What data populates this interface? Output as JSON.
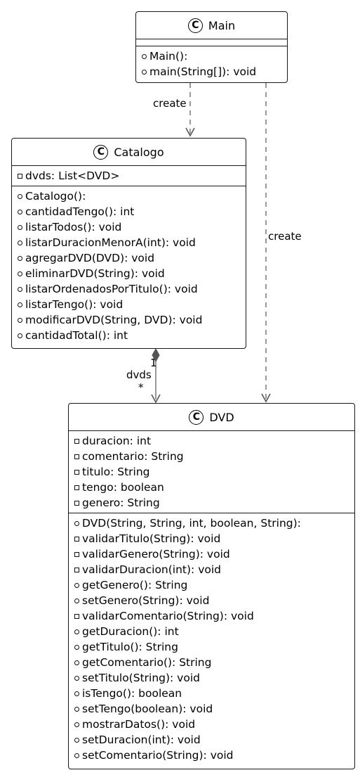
{
  "classes": {
    "main": {
      "name": "Main",
      "stereotype_badge": "C",
      "attributes": [],
      "methods": [
        {
          "vis": "public",
          "text": "Main():"
        },
        {
          "vis": "public",
          "text": "main(String[]): void"
        }
      ]
    },
    "catalogo": {
      "name": "Catalogo",
      "stereotype_badge": "C",
      "attributes": [
        {
          "vis": "private",
          "text": "dvds: List<DVD>"
        }
      ],
      "methods": [
        {
          "vis": "public",
          "text": "Catalogo():"
        },
        {
          "vis": "public",
          "text": "cantidadTengo(): int"
        },
        {
          "vis": "public",
          "text": "listarTodos(): void"
        },
        {
          "vis": "public",
          "text": "listarDuracionMenorA(int): void"
        },
        {
          "vis": "public",
          "text": "agregarDVD(DVD): void"
        },
        {
          "vis": "public",
          "text": "eliminarDVD(String): void"
        },
        {
          "vis": "public",
          "text": "listarOrdenadosPorTitulo(): void"
        },
        {
          "vis": "public",
          "text": "listarTengo(): void"
        },
        {
          "vis": "public",
          "text": "modificarDVD(String, DVD): void"
        },
        {
          "vis": "public",
          "text": "cantidadTotal(): int"
        }
      ]
    },
    "dvd": {
      "name": "DVD",
      "stereotype_badge": "C",
      "attributes": [
        {
          "vis": "private",
          "text": "duracion: int"
        },
        {
          "vis": "private",
          "text": "comentario: String"
        },
        {
          "vis": "private",
          "text": "titulo: String"
        },
        {
          "vis": "private",
          "text": "tengo: boolean"
        },
        {
          "vis": "private",
          "text": "genero: String"
        }
      ],
      "methods": [
        {
          "vis": "public",
          "text": "DVD(String, String, int, boolean, String):"
        },
        {
          "vis": "private",
          "text": "validarTitulo(String): void"
        },
        {
          "vis": "private",
          "text": "validarGenero(String): void"
        },
        {
          "vis": "private",
          "text": "validarDuracion(int): void"
        },
        {
          "vis": "public",
          "text": "getGenero(): String"
        },
        {
          "vis": "public",
          "text": "setGenero(String): void"
        },
        {
          "vis": "private",
          "text": "validarComentario(String): void"
        },
        {
          "vis": "public",
          "text": "getDuracion(): int"
        },
        {
          "vis": "public",
          "text": "getTitulo(): String"
        },
        {
          "vis": "public",
          "text": "getComentario(): String"
        },
        {
          "vis": "public",
          "text": "setTitulo(String): void"
        },
        {
          "vis": "public",
          "text": "isTengo(): boolean"
        },
        {
          "vis": "public",
          "text": "setTengo(boolean): void"
        },
        {
          "vis": "public",
          "text": "mostrarDatos(): void"
        },
        {
          "vis": "public",
          "text": "setDuracion(int): void"
        },
        {
          "vis": "public",
          "text": "setComentario(String): void"
        }
      ]
    }
  },
  "relations": {
    "main_to_catalogo": {
      "type": "dependency",
      "label": "create"
    },
    "main_to_dvd": {
      "type": "dependency",
      "label": "create"
    },
    "catalogo_to_dvd": {
      "type": "composition",
      "role": "dvds",
      "source_mult": "1",
      "target_mult": "*"
    }
  },
  "colors": {
    "line": "#181818",
    "edge": "#555555",
    "background": "#ffffff"
  }
}
